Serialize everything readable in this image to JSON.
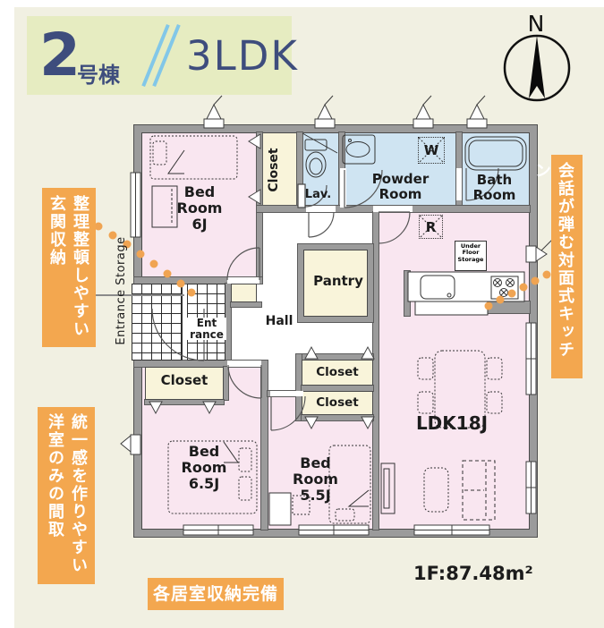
{
  "header": {
    "unit_number": "2",
    "unit_label": "号棟",
    "plan_type": "3LDK"
  },
  "compass": {
    "north": "N"
  },
  "plan": {
    "rooms": {
      "bedroom1": "Bed\nRoom\n6J",
      "bedroom2": "Bed\nRoom\n6.5J",
      "bedroom3": "Bed\nRoom\n5.5J",
      "ldk": "LDK18J",
      "closet_top": "Closet",
      "closet_west": "Closet",
      "closet_mid_upper": "Closet",
      "closet_mid_lower": "Closet",
      "lavatory": "Lav.",
      "powder_room": "Powder\nRoom",
      "bath_room": "Bath\nRoom",
      "pantry": "Pantry",
      "hall": "Hall",
      "entrance": "Ent\nrance",
      "entrance_storage": "Entrance Storage",
      "under_floor_storage": "Under\nFloor\nStorage",
      "washer": "W",
      "refrigerator": "R"
    },
    "area_note": "1F:87.48m²"
  },
  "callouts": {
    "entrance_storage_note": {
      "line1": "整理整頓しやすい",
      "line2": "玄関収納"
    },
    "kitchen_note": {
      "line1": "会話が弾む対面式キッチン"
    },
    "western_rooms_note": {
      "line1": "統一感を作りやすい",
      "line2": "洋室のみの間取"
    },
    "storage_note": {
      "text": "各居室収納完備"
    }
  },
  "colors": {
    "accent_orange": "#f3a74f",
    "room_pink": "#f9e6f0",
    "room_blue": "#cfe4f2",
    "room_cream": "#f9f4da",
    "wall_gray": "#9b9b9b",
    "header_bg": "#e6ecc1",
    "header_text": "#3e4d7d",
    "slash_blue": "#82c7e8",
    "page_bg": "#f1f0e2"
  }
}
